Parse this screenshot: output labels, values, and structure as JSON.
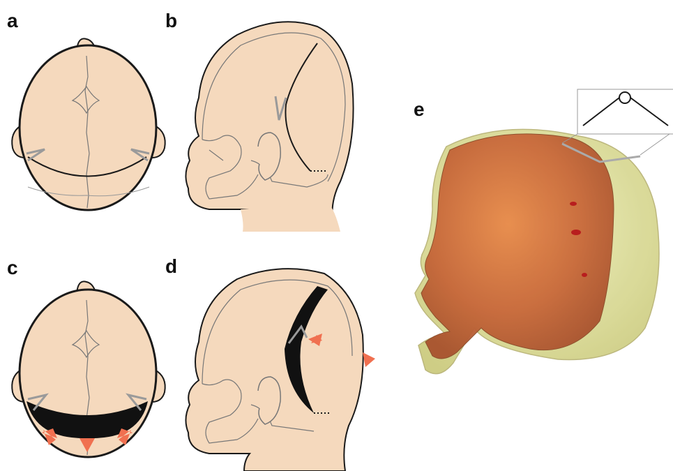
{
  "panels": [
    {
      "label": "a"
    },
    {
      "label": "b"
    },
    {
      "label": "c"
    },
    {
      "label": "d"
    },
    {
      "label": "e"
    }
  ],
  "colors": {
    "skin": "#f5d9bd",
    "outline": "#1a1a1a",
    "arrow": "#f07050",
    "spring": "#9a9a9a",
    "skull_orange": "#d97a3a",
    "skull_translucent": "#e6e2a0"
  },
  "icons": [
    "spring-icon",
    "arrow-icon"
  ]
}
